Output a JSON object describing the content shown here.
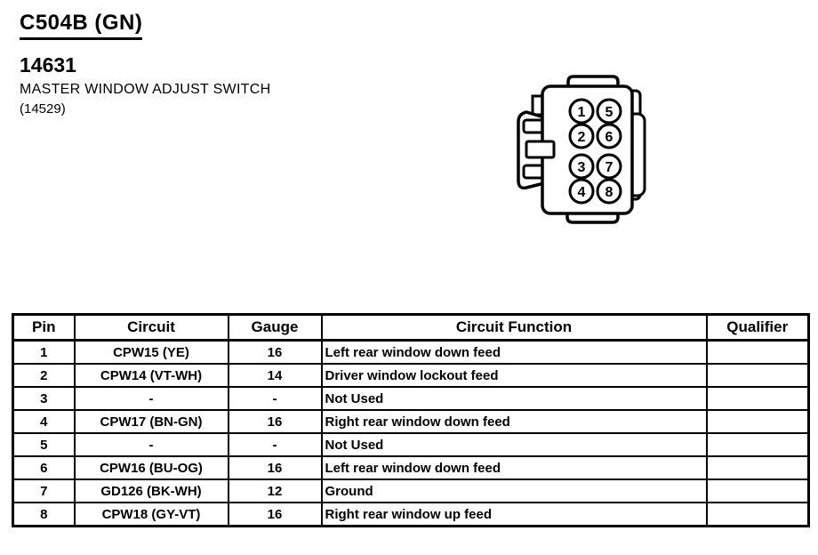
{
  "header": {
    "connector_id": "C504B (GN)",
    "part_number": "14631",
    "component_name": "MASTER WINDOW ADJUST SWITCH",
    "base_part_number": "(14529)"
  },
  "connector": {
    "description": "8-pin connector face view with side latch",
    "left_column_pins": [
      "1",
      "2",
      "3",
      "4"
    ],
    "right_column_pins": [
      "5",
      "6",
      "7",
      "8"
    ]
  },
  "table": {
    "headers": [
      "Pin",
      "Circuit",
      "Gauge",
      "Circuit Function",
      "Qualifier"
    ],
    "rows": [
      {
        "pin": "1",
        "circuit": "CPW15 (YE)",
        "gauge": "16",
        "circuit_function": "Left rear window down feed",
        "qualifier": ""
      },
      {
        "pin": "2",
        "circuit": "CPW14 (VT-WH)",
        "gauge": "14",
        "circuit_function": "Driver window lockout feed",
        "qualifier": ""
      },
      {
        "pin": "3",
        "circuit": "-",
        "gauge": "-",
        "circuit_function": "Not Used",
        "qualifier": ""
      },
      {
        "pin": "4",
        "circuit": "CPW17 (BN-GN)",
        "gauge": "16",
        "circuit_function": "Right rear window down feed",
        "qualifier": ""
      },
      {
        "pin": "5",
        "circuit": "-",
        "gauge": "-",
        "circuit_function": "Not Used",
        "qualifier": ""
      },
      {
        "pin": "6",
        "circuit": "CPW16 (BU-OG)",
        "gauge": "16",
        "circuit_function": "Left rear window down feed",
        "qualifier": ""
      },
      {
        "pin": "7",
        "circuit": "GD126 (BK-WH)",
        "gauge": "12",
        "circuit_function": "Ground",
        "qualifier": ""
      },
      {
        "pin": "8",
        "circuit": "CPW18 (GY-VT)",
        "gauge": "16",
        "circuit_function": "Right rear window up feed",
        "qualifier": ""
      }
    ]
  },
  "colors": {
    "ink": "#000000",
    "paper": "#ffffff"
  }
}
